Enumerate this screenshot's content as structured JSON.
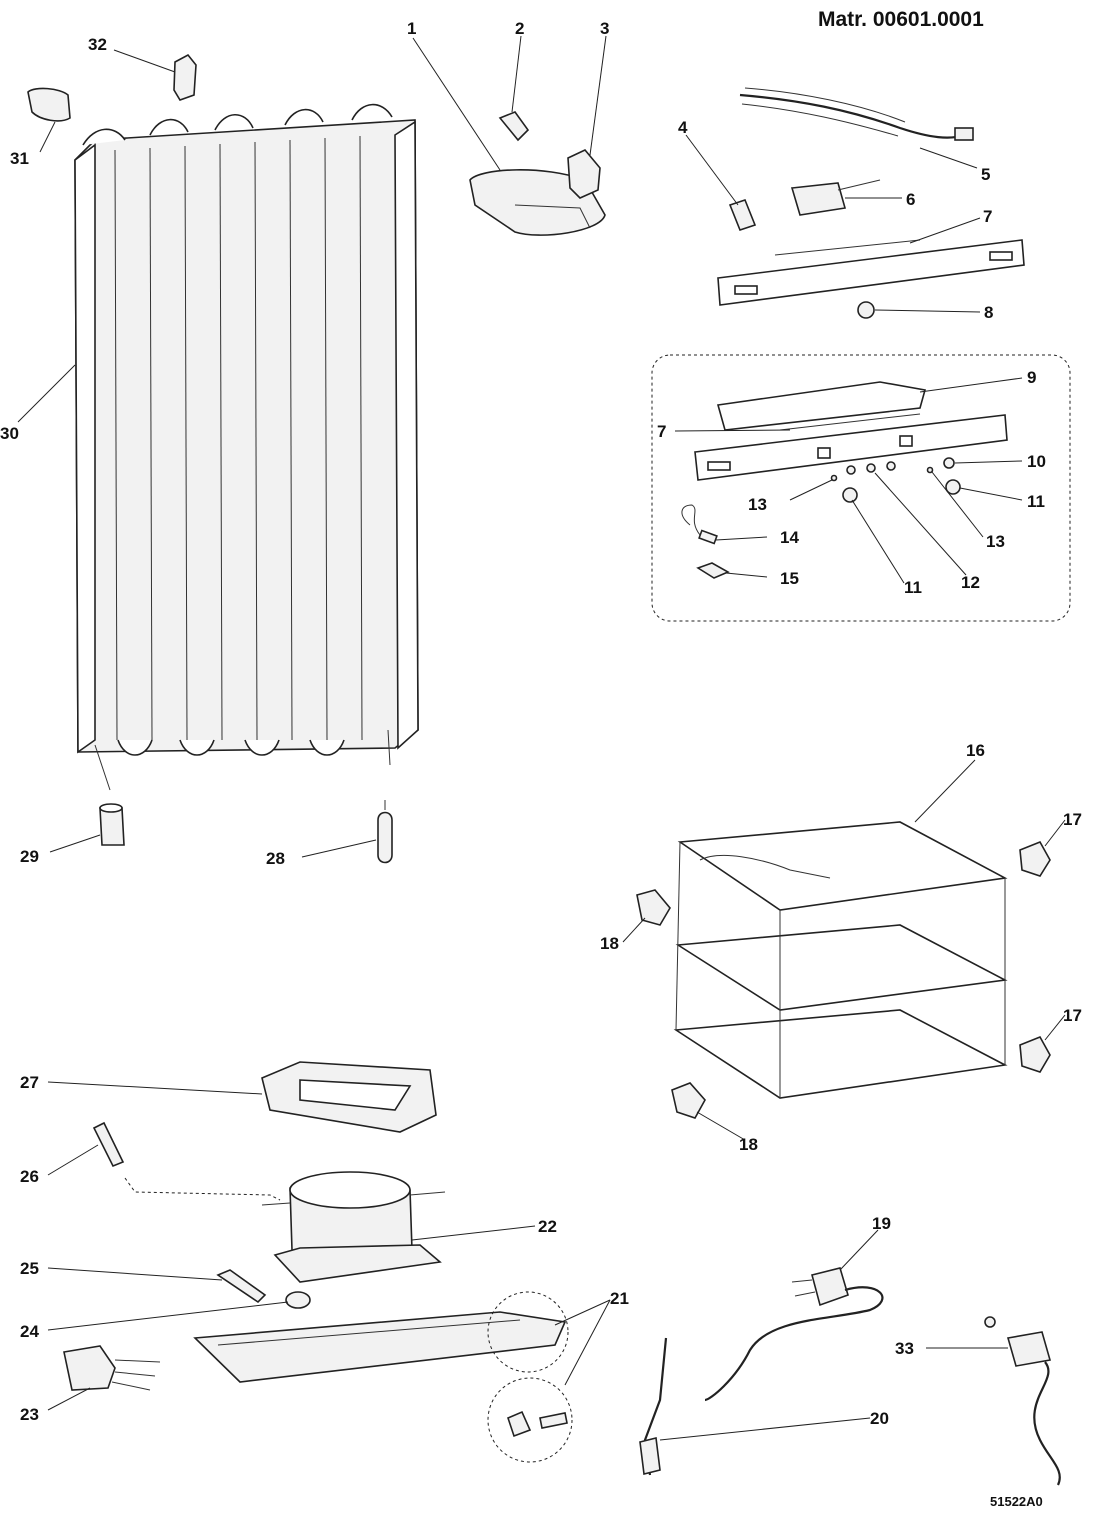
{
  "header": {
    "model": "Matr. 00601.0001"
  },
  "footer": {
    "code": "51522A0"
  },
  "callouts": {
    "c1": "1",
    "c2": "2",
    "c3": "3",
    "c4": "4",
    "c5": "5",
    "c6": "6",
    "c7a": "7",
    "c7b": "7",
    "c8": "8",
    "c9": "9",
    "c10": "10",
    "c11a": "11",
    "c11b": "11",
    "c12": "12",
    "c13a": "13",
    "c13b": "13",
    "c14": "14",
    "c15": "15",
    "c16": "16",
    "c17a": "17",
    "c17b": "17",
    "c18a": "18",
    "c18b": "18",
    "c19": "19",
    "c20": "20",
    "c21": "21",
    "c22": "22",
    "c23": "23",
    "c24": "24",
    "c25": "25",
    "c26": "26",
    "c27": "27",
    "c28": "28",
    "c29": "29",
    "c30": "30",
    "c31": "31",
    "c32": "32",
    "c33": "33"
  }
}
